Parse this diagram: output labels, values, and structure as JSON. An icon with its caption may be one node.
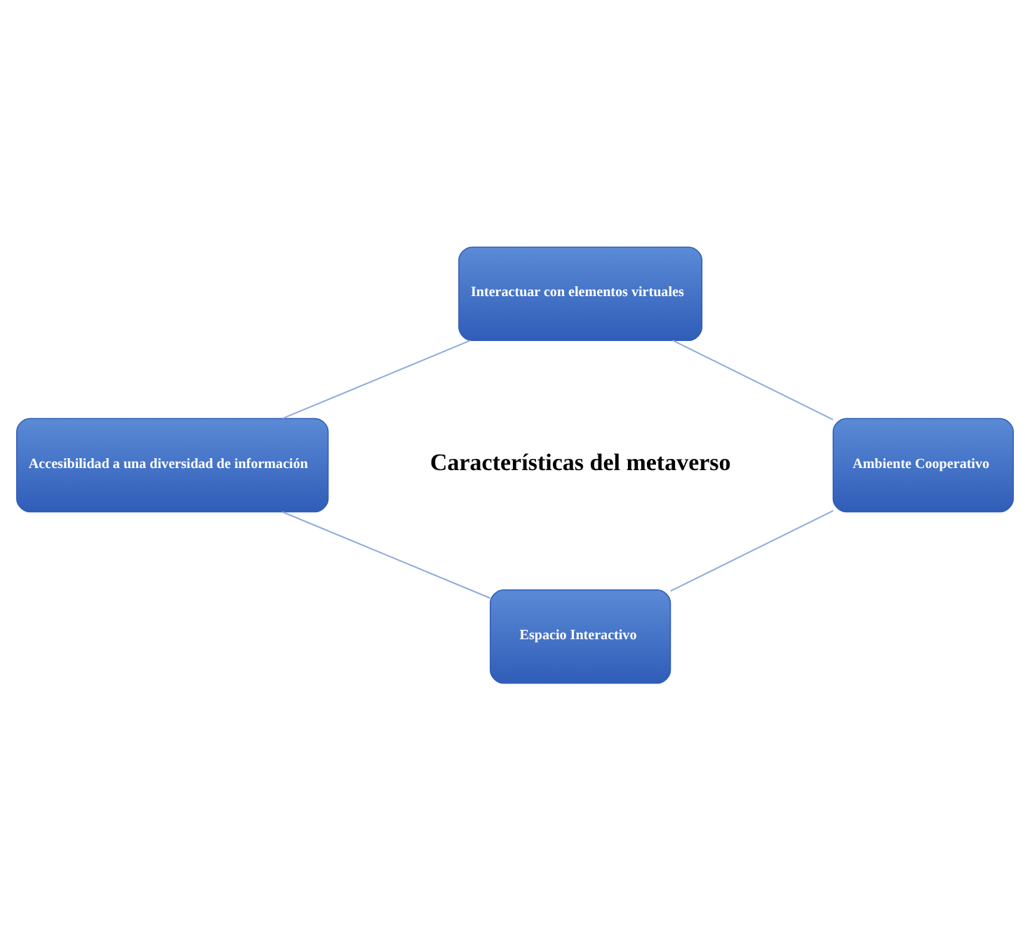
{
  "diagram": {
    "nodes": [
      {
        "text": [
          "Interactuar con elementos virtuales"
        ]
      },
      {
        "text": [
          "Accesibilidad a una diversidad de información"
        ]
      },
      {
        "text": [
          "Ambiente Cooperativo"
        ]
      },
      {
        "text": [
          "Espacio Interactivo"
        ]
      }
    ],
    "edges": [
      {
        "from": 0,
        "to": 2,
        "arrow": "none"
      },
      {
        "from": 2,
        "to": 3,
        "arrow": "none"
      },
      {
        "from": 3,
        "to": 1,
        "arrow": "none"
      },
      {
        "from": 1,
        "to": 0,
        "arrow": "none"
      }
    ],
    "labels": [
      "Características del metaverso"
    ]
  }
}
